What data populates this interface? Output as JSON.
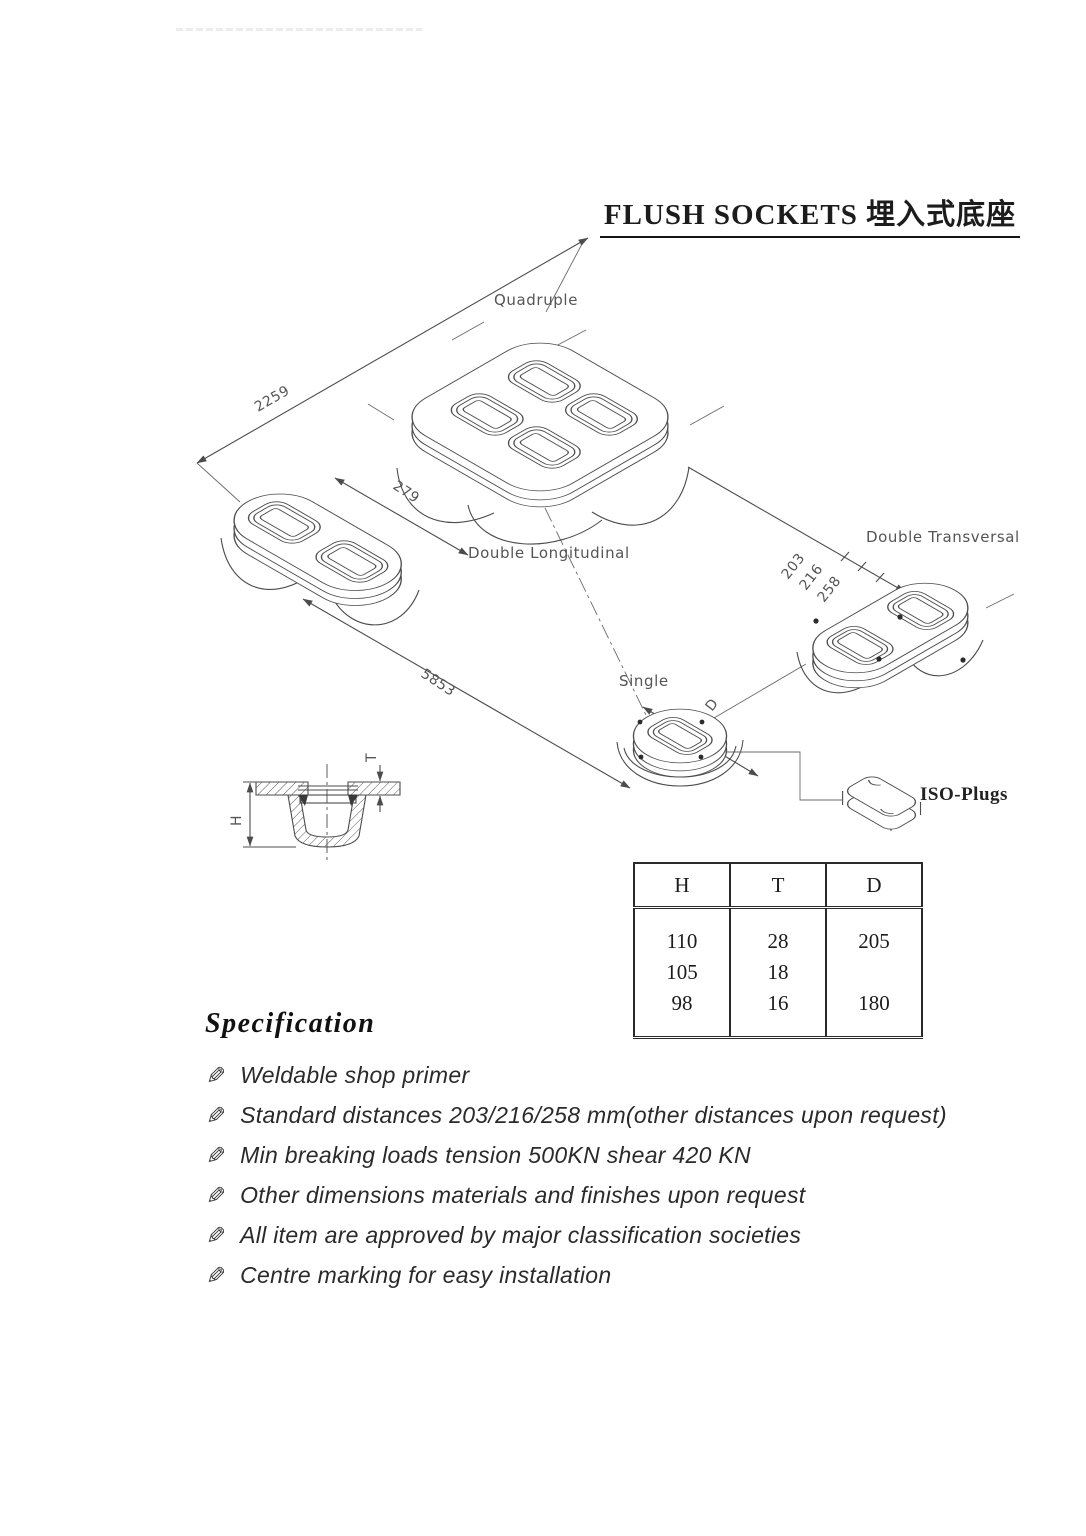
{
  "page": {
    "title": "FLUSH SOCKETS 埋入式底座"
  },
  "diagram": {
    "labels": {
      "quadruple": "Quadruple",
      "double_longitudinal": "Double Longitudinal",
      "double_transversal": "Double Transversal",
      "single": "Single",
      "iso_plugs": "ISO-Plugs"
    },
    "dimensions": {
      "dim_2259": "2259",
      "dim_279": "279",
      "dim_5853": "5853",
      "dim_203": "203",
      "dim_216": "216",
      "dim_258": "258",
      "dim_d": "D",
      "dim_h": "H",
      "dim_t": "T"
    }
  },
  "table": {
    "headers": [
      "H",
      "T",
      "D"
    ],
    "rows": [
      [
        "110",
        "28",
        "205"
      ],
      [
        "105",
        "18",
        ""
      ],
      [
        "98",
        "16",
        "180"
      ]
    ]
  },
  "specification": {
    "heading": "Specification",
    "items": [
      "Weldable shop primer",
      "Standard distances 203/216/258 mm(other distances upon request)",
      "Min breaking loads tension 500KN shear 420 KN",
      "Other dimensions materials and finishes upon request",
      "All item are approved by major classification societies",
      "Centre marking for easy installation"
    ]
  }
}
